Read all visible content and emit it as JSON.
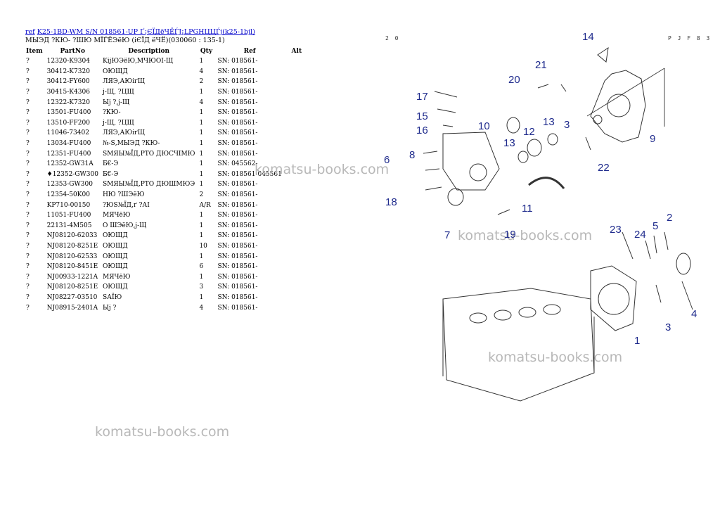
{
  "header": {
    "ref_link": "ref",
    "model_link": "K25-1BD-WM S/N 018561-UP Ґ¡ЄЇДёЧЁЃЈ¡LPGHЦЦЃj(k25-1bjl)",
    "subtitle": "МЫЭД ?КЮ- ?ШЮ МЇЃЁЭёЮ (іЄЇД ёЧЁ)(030060 : 135-1)"
  },
  "table": {
    "columns": [
      "Item",
      "PartNo",
      "Description",
      "Qty",
      "Ref",
      "Alt"
    ],
    "rows": [
      {
        "item": "?",
        "part": "12320-K9304",
        "desc": "KijЮЭёЮ,МЧЮОІ-Щ",
        "qty": "1",
        "ref": "SN: 018561-"
      },
      {
        "item": "?",
        "part": "30412-K7320",
        "desc": "ОЮЩД",
        "qty": "4",
        "ref": "SN: 018561-"
      },
      {
        "item": "?",
        "part": "30412-FY600",
        "desc": "ЛЯЭ,АЮіґЩ",
        "qty": "2",
        "ref": "SN: 018561-"
      },
      {
        "item": "?",
        "part": "30415-K4306",
        "desc": "j-Щ, ?ЦЩ",
        "qty": "1",
        "ref": "SN: 018561-"
      },
      {
        "item": "?",
        "part": "12322-K7320",
        "desc": "Ыј ?,j-Щ",
        "qty": "4",
        "ref": "SN: 018561-"
      },
      {
        "item": "?",
        "part": "13501-FU400",
        "desc": "?КЮ-",
        "qty": "1",
        "ref": "SN: 018561-"
      },
      {
        "item": "?",
        "part": "13510-FF200",
        "desc": "j-Щ, ?ЦЩ",
        "qty": "1",
        "ref": "SN: 018561-"
      },
      {
        "item": "?",
        "part": "11046-73402",
        "desc": "ЛЯЭ,АЮіґЩ",
        "qty": "1",
        "ref": "SN: 018561-"
      },
      {
        "item": "?",
        "part": "13034-FU400",
        "desc": "№-Ѕ,МЫЭД ?КЮ-",
        "qty": "1",
        "ref": "SN: 018561-"
      },
      {
        "item": "?",
        "part": "12351-FU400",
        "desc": "ЅМЯЫ№ЇД,РТО ДЮСЧІМЮ",
        "qty": "1",
        "ref": "SN: 018561-"
      },
      {
        "item": "?",
        "part": "12352-GW31A",
        "desc": "Б€-Э",
        "qty": "1",
        "ref": "SN: 045562-"
      },
      {
        "item": "?",
        "part": "♦12352-GW300",
        "desc": "Б€-Э",
        "qty": "1",
        "ref": "SN: 018561-045561"
      },
      {
        "item": "?",
        "part": "12353-GW300",
        "desc": "ЅМЯЫ№ЇД,РТО ДЮШМЮЭ",
        "qty": "1",
        "ref": "SN: 018561-"
      },
      {
        "item": "?",
        "part": "12354-50K00",
        "desc": "НЮ ?ШЭёЮ",
        "qty": "2",
        "ref": "SN: 018561-"
      },
      {
        "item": "?",
        "part": "KP710-00150",
        "desc": "?ЮЅ№ЇД,ґ ?АІ",
        "qty": "A/R",
        "ref": "SN: 018561-"
      },
      {
        "item": "?",
        "part": "11051-FU400",
        "desc": "МЯЧёЮ",
        "qty": "1",
        "ref": "SN: 018561-"
      },
      {
        "item": "?",
        "part": "22131-4M505",
        "desc": "О ШЭёЮ,j-Щ",
        "qty": "1",
        "ref": "SN: 018561-"
      },
      {
        "item": "?",
        "part": "NJ08120-62033",
        "desc": "ОЮЩД",
        "qty": "1",
        "ref": "SN: 018561-"
      },
      {
        "item": "?",
        "part": "NJ08120-8251E",
        "desc": "ОЮЩД",
        "qty": "10",
        "ref": "SN: 018561-"
      },
      {
        "item": "?",
        "part": "NJ08120-62533",
        "desc": "ОЮЩД",
        "qty": "1",
        "ref": "SN: 018561-"
      },
      {
        "item": "?",
        "part": "NJ08120-8451E",
        "desc": "ОЮЩД",
        "qty": "6",
        "ref": "SN: 018561-"
      },
      {
        "item": "?",
        "part": "NJ00933-1221A",
        "desc": "МЯЧёЮ",
        "qty": "1",
        "ref": "SN: 018561-"
      },
      {
        "item": "?",
        "part": "NJ08120-8251E",
        "desc": "ОЮЩД",
        "qty": "3",
        "ref": "SN: 018561-"
      },
      {
        "item": "?",
        "part": "NJ08227-03510",
        "desc": "ЅАЇЮ",
        "qty": "1",
        "ref": "SN: 018561-"
      },
      {
        "item": "?",
        "part": "NJ08915-2401A",
        "desc": "Ыј ?",
        "qty": "4",
        "ref": "SN: 018561-"
      }
    ]
  },
  "watermark": "komatsu-books.com",
  "diagram": {
    "page_left": "2 0",
    "page_right": "P J F 8 3",
    "callouts": [
      "14",
      "21",
      "20",
      "17",
      "15",
      "16",
      "10",
      "12",
      "13",
      "3",
      "9",
      "13",
      "6",
      "8",
      "22",
      "18",
      "11",
      "7",
      "19",
      "23",
      "24",
      "5",
      "2",
      "4",
      "3",
      "1"
    ]
  }
}
